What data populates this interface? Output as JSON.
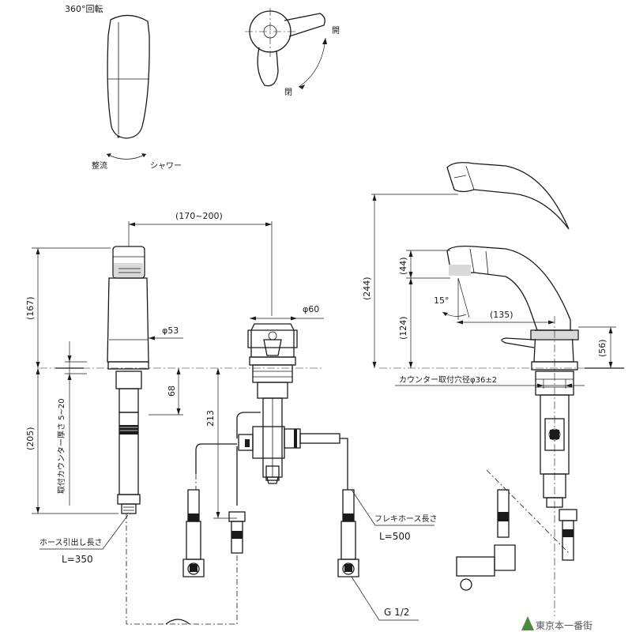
{
  "top_view": {
    "rotation_label": "360°回転",
    "straight_label": "整流",
    "shower_label": "シャワー"
  },
  "handle_view": {
    "open_label": "開",
    "close_label": "閉"
  },
  "dimensions": {
    "spout_reach": "(170~200)",
    "body_height": "(167)",
    "body_diameter": "φ53",
    "shank_diameter": "φ60",
    "below_counter": "(205)",
    "counter_thickness": "取付カウンター厚さ 5~20",
    "d68": "68",
    "d213": "213",
    "total_height": "(244)",
    "pullout": "(44)",
    "spout_height": "(124)",
    "angle": "15°",
    "spout_projection": "(135)",
    "handle_height": "(56)",
    "counter_hole": "カウンター取付穴径φ36±2"
  },
  "callouts": {
    "hose_pull": "ホース引出し長さ",
    "hose_pull_value": "L=350",
    "flex_hose": "フレキホース長さ",
    "flex_hose_value": "L=500",
    "thread": "G 1/2"
  },
  "watermark": {
    "text": "東京本一番街"
  }
}
